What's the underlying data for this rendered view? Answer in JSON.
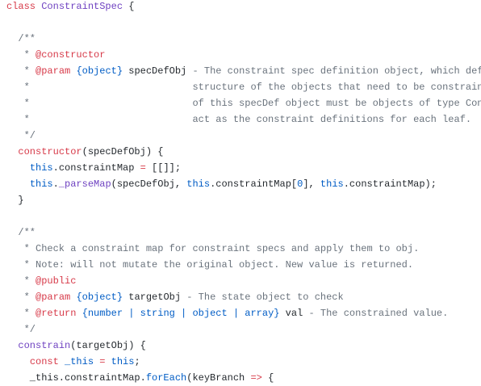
{
  "theme": {
    "background": "#ffffff",
    "plain": "#24292e",
    "comment": "#6a737d",
    "keyword": "#d73a49",
    "entity": "#6f42c1",
    "constant": "#005cc5"
  },
  "code": {
    "language": "javascript",
    "lines": [
      [
        [
          "keyword",
          "class "
        ],
        [
          "entity",
          "ConstraintSpec"
        ],
        [
          "plain",
          " {"
        ]
      ],
      [],
      [
        [
          "comment",
          "  /**"
        ]
      ],
      [
        [
          "comment",
          "   * "
        ],
        [
          "keyword",
          "@constructor"
        ]
      ],
      [
        [
          "comment",
          "   * "
        ],
        [
          "keyword",
          "@param"
        ],
        [
          "plain",
          " "
        ],
        [
          "constant",
          "{object}"
        ],
        [
          "plain",
          " specDefObj"
        ],
        [
          "comment",
          " - The constraint spec definition object, which defin"
        ]
      ],
      [
        [
          "comment",
          "   *                            structure of the objects that need to be constrain"
        ]
      ],
      [
        [
          "comment",
          "   *                            of this specDef object must be objects of type Con"
        ]
      ],
      [
        [
          "comment",
          "   *                            act as the constraint definitions for each leaf."
        ]
      ],
      [
        [
          "comment",
          "   */"
        ]
      ],
      [
        [
          "plain",
          "  "
        ],
        [
          "keyword",
          "constructor"
        ],
        [
          "plain",
          "(specDefObj) {"
        ]
      ],
      [
        [
          "plain",
          "    "
        ],
        [
          "constant",
          "this"
        ],
        [
          "plain",
          ".constraintMap "
        ],
        [
          "keyword",
          "="
        ],
        [
          "plain",
          " [[]];"
        ]
      ],
      [
        [
          "plain",
          "    "
        ],
        [
          "constant",
          "this"
        ],
        [
          "plain",
          "."
        ],
        [
          "entity",
          "_parseMap"
        ],
        [
          "plain",
          "(specDefObj, "
        ],
        [
          "constant",
          "this"
        ],
        [
          "plain",
          ".constraintMap["
        ],
        [
          "constant",
          "0"
        ],
        [
          "plain",
          "], "
        ],
        [
          "constant",
          "this"
        ],
        [
          "plain",
          ".constraintMap);"
        ]
      ],
      [
        [
          "plain",
          "  }"
        ]
      ],
      [],
      [
        [
          "comment",
          "  /**"
        ]
      ],
      [
        [
          "comment",
          "   * Check a constraint map for constraint specs and apply them to obj."
        ]
      ],
      [
        [
          "comment",
          "   * Note: will not mutate the original object. New value is returned."
        ]
      ],
      [
        [
          "comment",
          "   * "
        ],
        [
          "keyword",
          "@public"
        ]
      ],
      [
        [
          "comment",
          "   * "
        ],
        [
          "keyword",
          "@param"
        ],
        [
          "plain",
          " "
        ],
        [
          "constant",
          "{object}"
        ],
        [
          "plain",
          " targetObj"
        ],
        [
          "comment",
          " - The state object to check"
        ]
      ],
      [
        [
          "comment",
          "   * "
        ],
        [
          "keyword",
          "@return"
        ],
        [
          "plain",
          " "
        ],
        [
          "constant",
          "{number | string | object | array}"
        ],
        [
          "plain",
          " val"
        ],
        [
          "comment",
          " - The constrained value."
        ]
      ],
      [
        [
          "comment",
          "   */"
        ]
      ],
      [
        [
          "plain",
          "  "
        ],
        [
          "entity",
          "constrain"
        ],
        [
          "plain",
          "(targetObj) {"
        ]
      ],
      [
        [
          "plain",
          "    "
        ],
        [
          "keyword",
          "const"
        ],
        [
          "plain",
          " "
        ],
        [
          "constant",
          "_this"
        ],
        [
          "plain",
          " "
        ],
        [
          "keyword",
          "="
        ],
        [
          "plain",
          " "
        ],
        [
          "constant",
          "this"
        ],
        [
          "plain",
          ";"
        ]
      ],
      [
        [
          "plain",
          "    _this.constraintMap."
        ],
        [
          "constant",
          "forEach"
        ],
        [
          "plain",
          "(keyBranch "
        ],
        [
          "keyword",
          "=>"
        ],
        [
          "plain",
          " {"
        ]
      ]
    ]
  }
}
